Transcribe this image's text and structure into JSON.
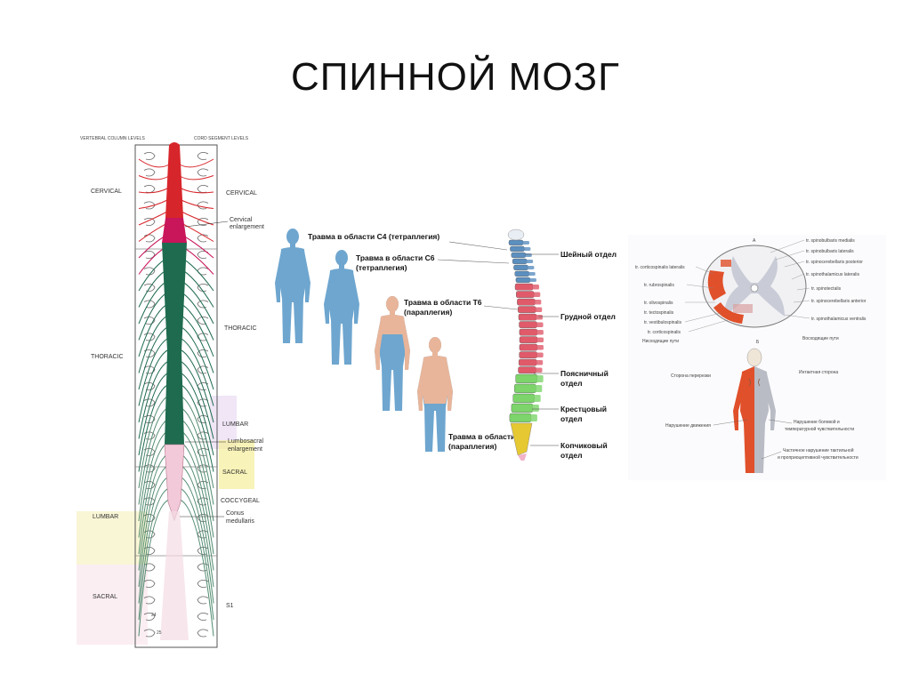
{
  "title": "СПИННОЙ МОЗГ",
  "panel_a": {
    "header_left": "VERTEBRAL COLUMN LEVELS",
    "header_right": "CORD SEGMENT LEVELS",
    "left_levels": [
      "CERVICAL",
      "THORACIC",
      "LUMBAR",
      "SACRAL"
    ],
    "right_levels": [
      "CERVICAL",
      "THORACIC",
      "LUMBAR",
      "SACRAL",
      "COCCYGEAL"
    ],
    "cervical_enlargement": [
      "Cervical",
      "enlargement"
    ],
    "lumbosacral_enlargement": [
      "Lumbosacral",
      "enlargement"
    ],
    "conus": [
      "Conus",
      "medullaris"
    ],
    "s1": "S1",
    "bottom_numbers": [
      "24",
      "25"
    ],
    "colors": {
      "cervical": "#d7262b",
      "enlargement": "#c9155a",
      "thoracic": "#1f6b4f",
      "lumbar": "#e6d85a",
      "sacral": "#f2c9d8"
    }
  },
  "panel_b": {
    "injuries": [
      {
        "line1": "Травма в области C4 (тетраплегия)",
        "line2": ""
      },
      {
        "line1": "Травма в области C6",
        "line2": "(тетраплегия)"
      },
      {
        "line1": "Травма в области T6",
        "line2": "(параплегия)"
      },
      {
        "line1": "Травма в области L1",
        "line2": "(параплегия)"
      }
    ],
    "regions": [
      {
        "line1": "Шейный отдел",
        "line2": ""
      },
      {
        "line1": "Грудной отдел",
        "line2": ""
      },
      {
        "line1": "Поясничный",
        "line2": "отдел"
      },
      {
        "line1": "Крестцовый",
        "line2": "отдел"
      },
      {
        "line1": "Копчиковый",
        "line2": "отдел"
      }
    ],
    "colors": {
      "paralyzed": "#6ea6cf",
      "healthy": "#e8b59a",
      "cervical": "#5b8fbf",
      "thoracic": "#e05a6a",
      "lumbar": "#7cd46a",
      "sacral": "#e6c832",
      "coccyx": "#f0b3c8"
    }
  },
  "panel_c": {
    "letter_a": "А",
    "letter_b": "Б",
    "left_labels": [
      "tr. corticospinalis lateralis",
      "tr. rubrospinalis",
      "tr. olivospinalis",
      "tr. tectospinalis",
      "tr. vestibulospinalis",
      "tr. corticospinalis",
      "Нисходящие пути"
    ],
    "right_labels": [
      "tr. spinobulbaris medialis",
      "tr. spinobulbaris lateralis",
      "tr. spinocerebellaris posterior",
      "tr. spinothalamicus lateralis",
      "tr. spinotectalis",
      "tr. spinocerebellaris anterior",
      "tr. spinothalamicus ventralis",
      "Восходящие пути"
    ],
    "side_left": "Сторона перерезки",
    "side_right": "Интактная сторона",
    "motor": "Нарушение движения",
    "pain": [
      "Нарушение болевой и",
      "температурной чувствительности"
    ],
    "partial": [
      "Частичное нарушение тактильной",
      "и проприоцептивной чувствительности"
    ],
    "colors": {
      "lesion": "#e0502a",
      "grey": "#c9ccd6"
    }
  }
}
